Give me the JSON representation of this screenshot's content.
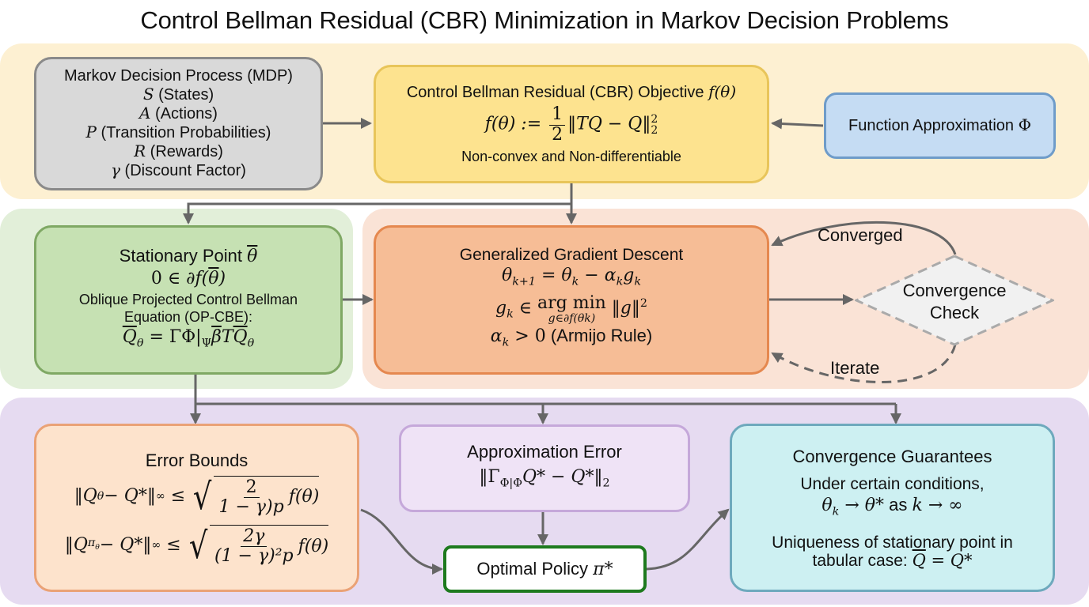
{
  "title": "Control Bellman Residual (CBR) Minimization in Markov Decision Problems",
  "colors": {
    "band_top": "#fdf0d2",
    "band_green": "#e2efd9",
    "band_orange": "#fae3d6",
    "band_purple": "#e6dbf1",
    "mdp_fill": "#d9d9d9",
    "mdp_border": "#8a8a8a",
    "cbr_fill": "#fde38f",
    "cbr_border": "#e8c55a",
    "fa_fill": "#c5dcf3",
    "fa_border": "#6f9cc9",
    "sp_fill": "#c6e1b3",
    "sp_border": "#7fa864",
    "ggd_fill": "#f6bd96",
    "ggd_border": "#e5884f",
    "eb_fill": "#fde3cc",
    "eb_border": "#eaa276",
    "ae_fill": "#efe3f6",
    "ae_border": "#c5a8da",
    "op_fill": "#ffffff",
    "op_border": "#1e7a1e",
    "cg_fill": "#cdf0f2",
    "cg_border": "#6ea9bd",
    "arrow": "#666666"
  },
  "mdp": {
    "title": "Markov Decision Process (MDP)",
    "items": [
      {
        "sym": "S",
        "text": " (States)"
      },
      {
        "sym": "A",
        "text": " (Actions)"
      },
      {
        "sym": "P",
        "text": " (Transition Probabilities)"
      },
      {
        "sym": "R",
        "text": " (Rewards)"
      },
      {
        "sym": "γ",
        "text": " (Discount Factor)"
      }
    ]
  },
  "cbr": {
    "title": "Control Bellman Residual (CBR) Objective",
    "title_math": "f(θ)",
    "eq_lhs": "f(θ) :=",
    "eq_num": "1",
    "eq_den": "2",
    "eq_rhs": "‖TQ − Q‖",
    "eq_sub": "2",
    "eq_sup": "2",
    "note": "Non-convex and Non-differentiable"
  },
  "function_approx": {
    "label": "Function Approximation",
    "sym": "Φ"
  },
  "stationary": {
    "title": "Stationary Point",
    "title_sym": "θ",
    "eq1": "0 ∈ ∂f(θ)",
    "desc_line1": "Oblique Projected Control Bellman",
    "desc_line2": "Equation (OP-CBE):",
    "eq2": "Q̄θ = ΓΦ|Ψ β̄ T Q̄θ"
  },
  "ggd": {
    "title": "Generalized Gradient Descent",
    "eq1": "θk+1 = θk − αk gk",
    "eq2_main": "gk ∈ arg min ‖g‖²",
    "eq2_under": "g∈∂f(θk)",
    "eq3_math": "αk > 0",
    "eq3_text": " (Armijo Rule)"
  },
  "check": {
    "line1": "Convergence",
    "line2": "Check",
    "converged_label": "Converged",
    "iterate_label": "Iterate"
  },
  "error_bounds": {
    "title": "Error Bounds",
    "eq1_lhs": "‖Qθ − Q*‖∞ ≤",
    "eq1_num": "2",
    "eq1_den": "1 − γ)p",
    "eq1_tail": "f(θ)",
    "eq2_lhs": "‖Qπθ − Q*‖∞ ≤",
    "eq2_num": "2γ",
    "eq2_den": "(1 − γ)²p",
    "eq2_tail": "f(θ)"
  },
  "approx_error": {
    "title": "Approximation Error",
    "eq": "‖ΓΦ|Φ Q* − Q*‖2"
  },
  "optimal_policy": {
    "label": "Optimal Policy",
    "sym": "π*"
  },
  "guarantees": {
    "title": "Convergence Guarantees",
    "line1": "Under certain conditions,",
    "line2_a": "θk → θ*",
    "line2_b": " as ",
    "line2_c": "k → ∞",
    "line3": "Uniqueness of stationary point in",
    "line4_text": "tabular case: ",
    "line4_math": "Q̄ = Q*"
  }
}
